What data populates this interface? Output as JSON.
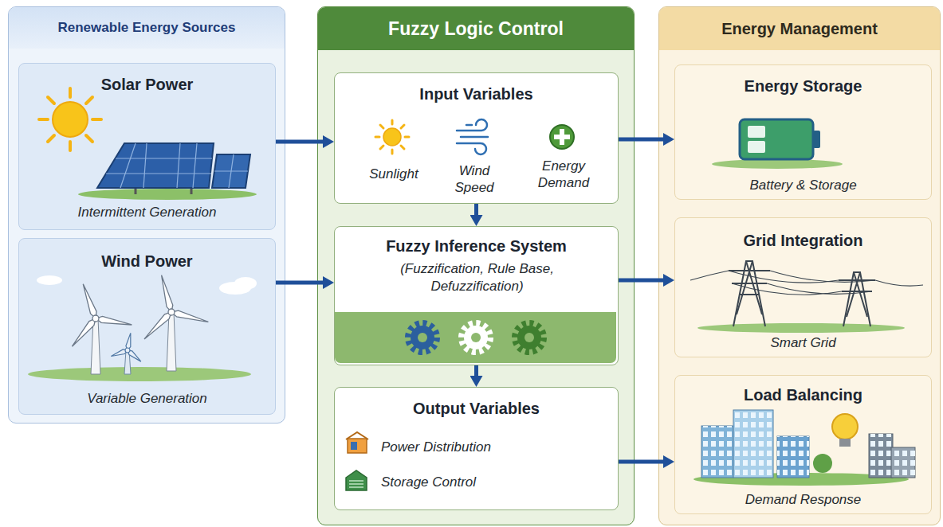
{
  "diagram": {
    "nodes": [
      {
        "text": [
          "Renewable Energy Sources"
        ]
      },
      {
        "text": [
          "Solar Power",
          "Intermittent Generation"
        ],
        "in": 0
      },
      {
        "text": [
          "Wind Power",
          "Variable Generation"
        ],
        "in": 0
      },
      {
        "text": [
          "Fuzzy Logic Control"
        ]
      },
      {
        "text": [
          "Input Variables",
          "Sunlight",
          "Wind Speed",
          "Energy Demand"
        ],
        "in": 3
      },
      {
        "text": [
          "Fuzzy Inference System",
          "(Fuzzification, Rule Base, Defuzzification)"
        ],
        "in": 3
      },
      {
        "text": [
          "Output Variables",
          "Power Distribution",
          "Storage Control"
        ],
        "in": 3
      },
      {
        "text": [
          "Energy Management"
        ]
      },
      {
        "text": [
          "Energy Storage",
          "Battery & Storage"
        ],
        "in": 7
      },
      {
        "text": [
          "Grid Integration",
          "Smart Grid"
        ],
        "in": 7
      },
      {
        "text": [
          "Load Balancing",
          "Demand Response"
        ],
        "in": 7
      }
    ],
    "edges": [
      {
        "from": 1,
        "to": 4,
        "arrow": "to"
      },
      {
        "from": 2,
        "to": 5,
        "arrow": "to"
      },
      {
        "from": 4,
        "to": 5,
        "arrow": "to"
      },
      {
        "from": 5,
        "to": 6,
        "arrow": "to"
      },
      {
        "from": 4,
        "to": 8,
        "arrow": "to"
      },
      {
        "from": 5,
        "to": 9,
        "arrow": "to"
      },
      {
        "from": 6,
        "to": 10,
        "arrow": "to"
      }
    ]
  }
}
